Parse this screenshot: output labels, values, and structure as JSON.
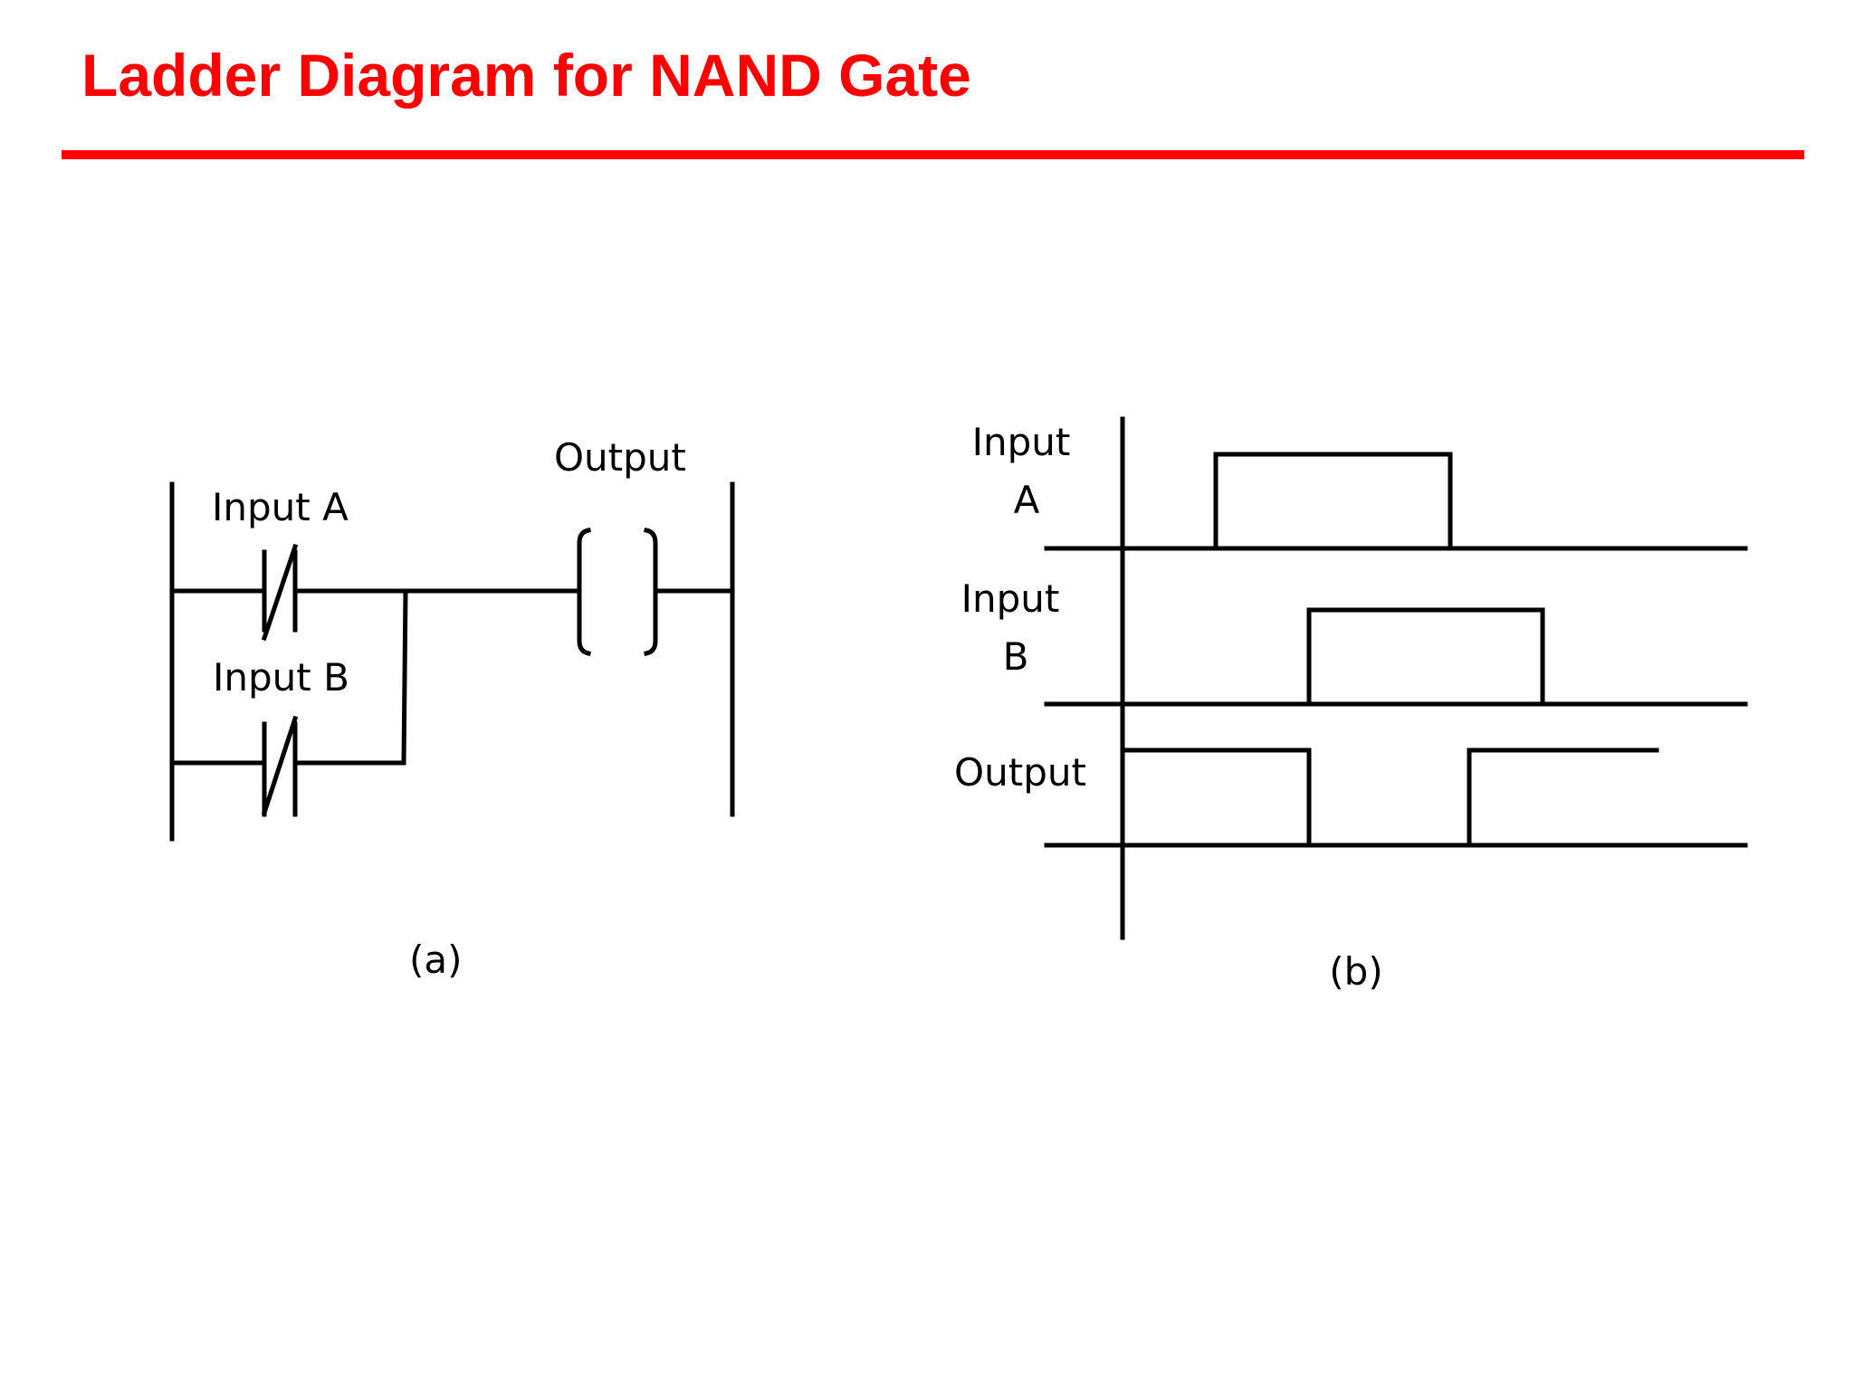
{
  "title": "Ladder Diagram for NAND Gate",
  "colors": {
    "title": "#ff0000",
    "lines": "#000000",
    "background": "#ffffff"
  },
  "ladder": {
    "input_a_label": "Input A",
    "input_b_label": "Input B",
    "output_label": "Output",
    "caption": "(a)"
  },
  "timing": {
    "input_a_label_line1": "Input",
    "input_a_label_line2": "A",
    "input_b_label_line1": "Input",
    "input_b_label_line2": "B",
    "output_label": "Output",
    "caption": "(b)"
  }
}
